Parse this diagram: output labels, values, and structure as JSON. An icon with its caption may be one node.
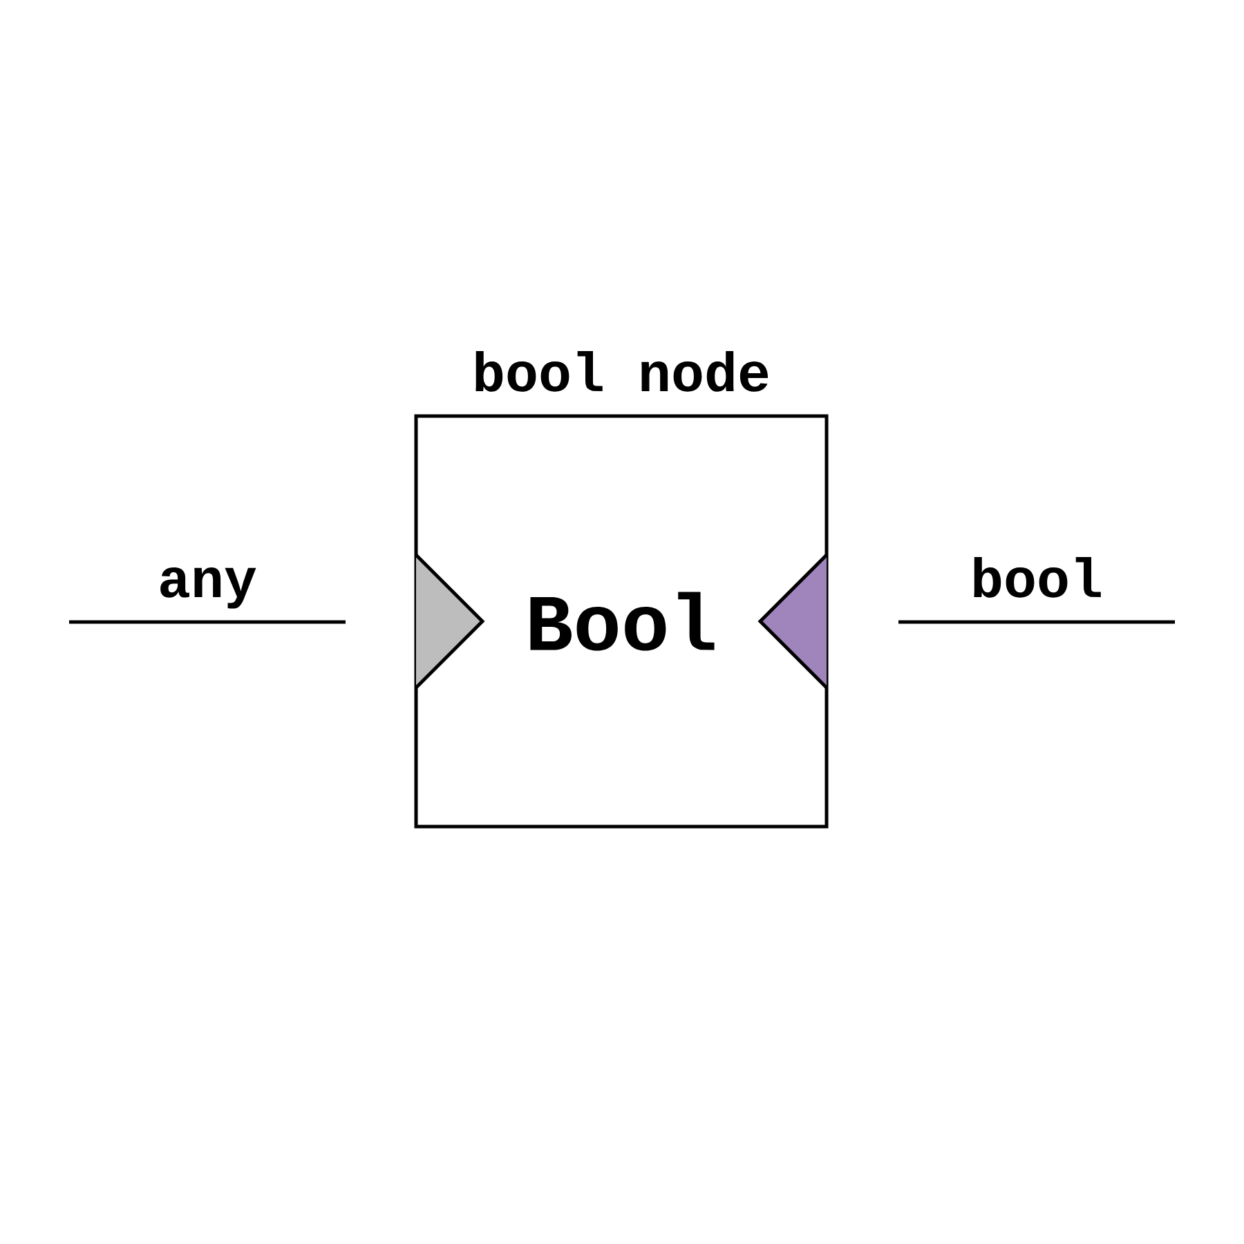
{
  "diagram": {
    "nodes": [
      {
        "text": [
          "bool node",
          "Bool"
        ]
      },
      {
        "text": [],
        "shape": "triangle",
        "in": 0
      },
      {
        "text": [],
        "shape": "triangle",
        "in": 0
      }
    ],
    "labels": [
      "any",
      "bool"
    ]
  }
}
